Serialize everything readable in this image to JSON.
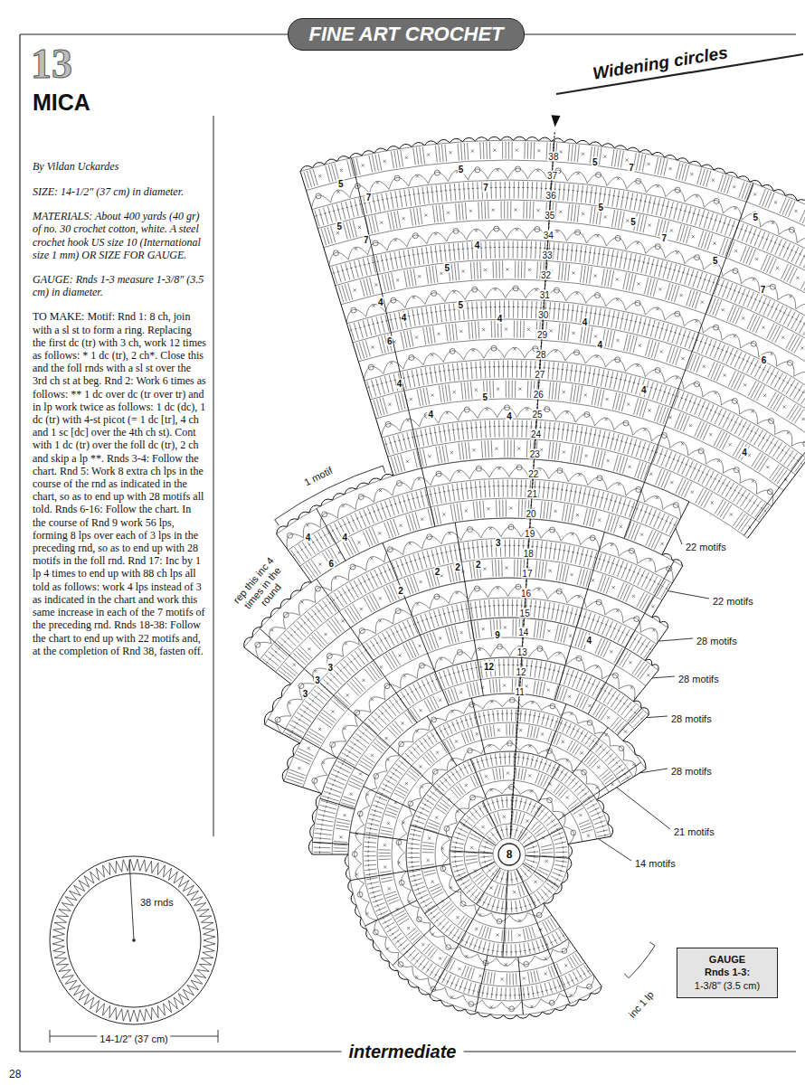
{
  "diagram": {
    "title": "MICA",
    "nodes": [
      {
        "text": [
          "FINE ART CROCHET"
        ]
      },
      {
        "text": [
          "8"
        ]
      },
      {
        "text": [
          "GAUGE",
          "Rnds 1-3:",
          "1-3/8\" (3.5 cm)"
        ]
      }
    ],
    "labels": [
      "Widening circles",
      "13",
      "By Vildan Uckardes",
      "SIZE: 14-1/2\" (37 cm) in diameter.",
      "MATERIALS: About 400 yards (40 gr) of no. 30 crochet cotton, white. A steel crochet hook US size 10 (International size 1 mm) OR SIZE FOR GAUGE.",
      "GAUGE: Rnds 1-3 measure 1-3/8\" (3.5 cm) in diameter.",
      "TO MAKE: Motif: Rnd 1: 8 ch, join with a sl st to form a ring. Replacing the first dc (tr) with 3 ch, work 12 times as follows: * 1 dc (tr), 2 ch*. Close this and the foll rnds with a sl st over the 3rd ch st at beg. Rnd 2: Work 6 times as follows: ** 1 dc over dc (tr over tr) and in lp work twice as follows: 1 dc (dc), 1 dc (tr) with 4-st picot (= 1 dc [tr], 4 ch and 1 sc [dc] over the 4th ch st). Cont with 1 dc (tr) over the foll dc (tr), 2 ch and skip a lp **. Rnds 3-4: Follow the chart. Rnd 5: Work 8 extra ch lps in the course of the rnd as indicated in the chart, so as to end up with 28 motifs all told. Rnds 6-16: Follow the chart. In the course of Rnd 9 work 56 lps, forming 8 lps over each of 3 lps in the preceding rnd, so as to end up with 28 motifs in the foll rnd. Rnd 17: Inc by 1 lp 4 times to end up with 88 ch lps all told as follows: work 4 lps instead of 3 as indicated in the chart and work this same increase in each of the 7 motifs of the preceding rnd. Rnds 18-38: Follow the chart to end up with 22 motifs and, at the completion of Rnd 38, fasten off.",
      "1 motif",
      "rep this inc 4 times in the round",
      "38",
      "37",
      "36",
      "35",
      "34",
      "33",
      "32",
      "31",
      "30",
      "29",
      "28",
      "27",
      "26",
      "25",
      "24",
      "23",
      "22",
      "21",
      "20",
      "19",
      "18",
      "17",
      "16",
      "15",
      "14",
      "13",
      "12",
      "11",
      "5",
      "7",
      "5",
      "7",
      "5",
      "7",
      "5",
      "7",
      "5",
      "5",
      "7",
      "5",
      "5",
      "7",
      "4",
      "5",
      "4",
      "4",
      "6",
      "5",
      "4",
      "4",
      "4",
      "4",
      "4",
      "5",
      "4",
      "4",
      "6",
      "4",
      "4",
      "4",
      "6",
      "3",
      "2",
      "2",
      "2",
      "3",
      "3",
      "3",
      "9",
      "12",
      "4",
      "2",
      "22 motifs",
      "22 motifs",
      "28 motifs",
      "28 motifs",
      "28 motifs",
      "28 motifs",
      "21 motifs",
      "14 motifs",
      "inc 1 lp",
      "38 rnds",
      "14-1/2\" (37 cm)",
      "intermediate",
      "28"
    ]
  }
}
